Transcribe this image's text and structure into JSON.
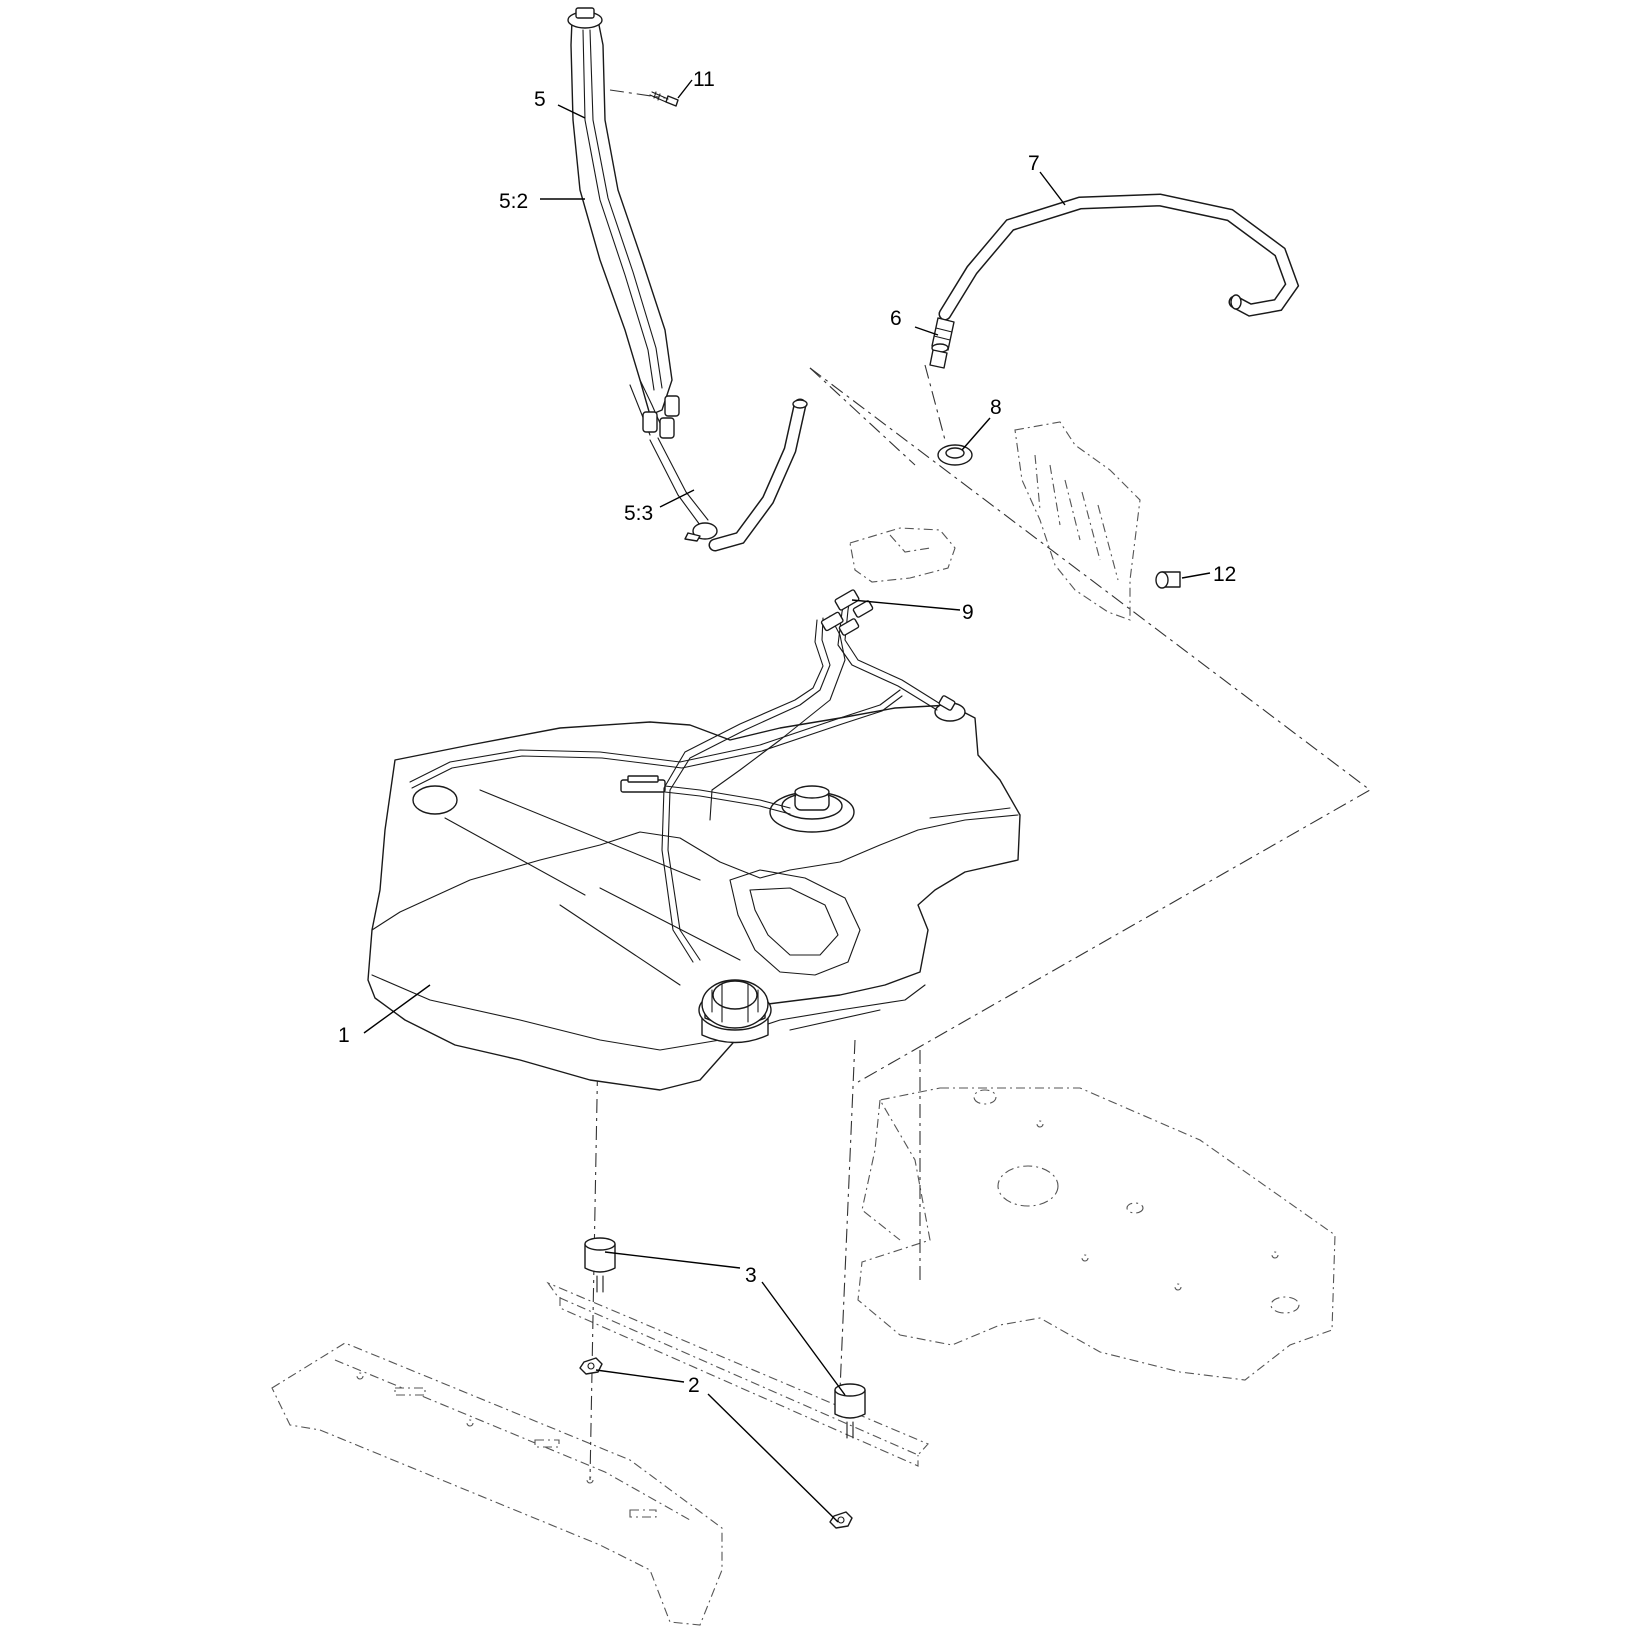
{
  "callouts": {
    "c1": "1",
    "c2": "2",
    "c3": "3",
    "c5": "5",
    "c5_2": "5:2",
    "c5_3": "5:3",
    "c6": "6",
    "c7": "7",
    "c8": "8",
    "c9": "9",
    "c11": "11",
    "c12": "12"
  }
}
